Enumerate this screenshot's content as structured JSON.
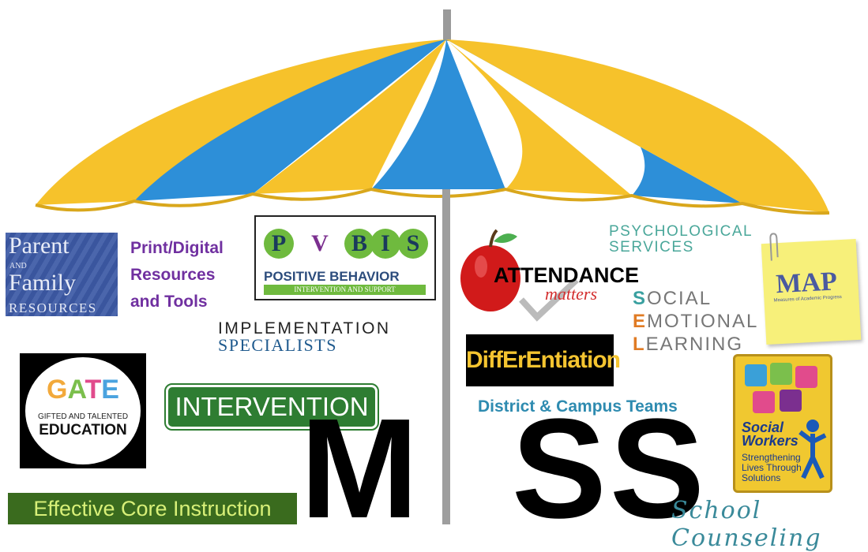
{
  "center_title": "MTSS",
  "parent_family": {
    "line1": "Parent",
    "line2": "AND",
    "line3": "Family",
    "line4": "RESOURCES"
  },
  "print_digital": {
    "line1": "Print/Digital",
    "line2": "Resources",
    "line3": "and Tools"
  },
  "pbis": {
    "letters": [
      "P",
      "B",
      "I",
      "S"
    ],
    "line1": "POSITIVE BEHAVIOR",
    "line2": "INTERVENTION AND SUPPORT"
  },
  "implementation": {
    "line1": "IMPLEMENTATION",
    "line2": "SPECIALISTS"
  },
  "gate": {
    "letters": [
      "G",
      "A",
      "T",
      "E"
    ],
    "line1": "GIFTED AND TALENTED",
    "line2": "EDUCATION"
  },
  "intervention": "INTERVENTION",
  "effective_core": "Effective Core Instruction",
  "attendance": {
    "line1": "ATTENDANCE",
    "line2": "matters"
  },
  "differentiation": "DiffErEntiation",
  "district_teams": "District & Campus Teams",
  "psychological": {
    "line1": "PSYCHOLOGICAL",
    "line2": "SERVICES"
  },
  "sel": {
    "s_key": "S",
    "s_rest": "OCIAL",
    "e_key": "E",
    "e_rest": "MOTIONAL",
    "l_key": "L",
    "l_rest": "EARNING"
  },
  "map": {
    "title": "MAP",
    "subtitle": "Measures of Academic Progress"
  },
  "social_workers": {
    "line1": "Social",
    "line2": "Workers",
    "line3": "Strengthening",
    "line4": "Lives Through",
    "line5": "Solutions"
  },
  "school_counseling": "School Counseling",
  "colors": {
    "umbrella_yellow": "#f6c22b",
    "umbrella_blue": "#2d8fd8",
    "pbis_green": "#6fba3e",
    "intervention_green": "#2e7d32",
    "effective_bg": "#3a6b1e",
    "effective_text": "#d8f078",
    "print_purple": "#7030a0",
    "district_blue": "#2e8bb0",
    "psych_teal": "#4aa79a",
    "sel_orange": "#e07b24",
    "sel_teal": "#3aa0a0",
    "gate_g": "#f2a93b",
    "gate_a": "#7bbf4c",
    "gate_t": "#e14b8c",
    "gate_e": "#4aa3df"
  }
}
